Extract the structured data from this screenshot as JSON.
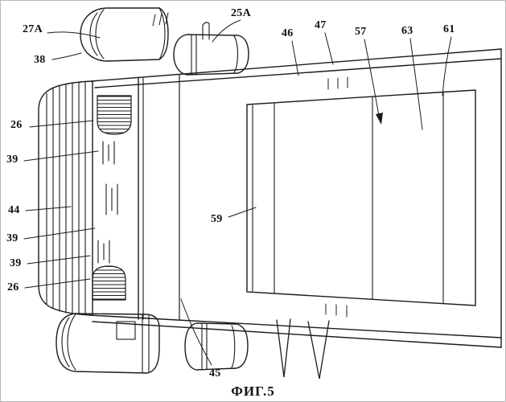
{
  "figure": {
    "caption": "ФИГ.5",
    "ink_color": "#1b1b1b",
    "labels": [
      {
        "id": "27A",
        "text": "27A"
      },
      {
        "id": "25A",
        "text": "25A"
      },
      {
        "id": "38",
        "text": "38"
      },
      {
        "id": "46",
        "text": "46"
      },
      {
        "id": "47",
        "text": "47"
      },
      {
        "id": "57",
        "text": "57"
      },
      {
        "id": "63",
        "text": "63"
      },
      {
        "id": "61",
        "text": "61"
      },
      {
        "id": "26-top",
        "text": "26"
      },
      {
        "id": "39-a",
        "text": "39"
      },
      {
        "id": "44",
        "text": "44"
      },
      {
        "id": "39-b",
        "text": "39"
      },
      {
        "id": "39-c",
        "text": "39"
      },
      {
        "id": "26-bottom",
        "text": "26"
      },
      {
        "id": "59",
        "text": "59"
      },
      {
        "id": "45",
        "text": "45"
      }
    ]
  }
}
